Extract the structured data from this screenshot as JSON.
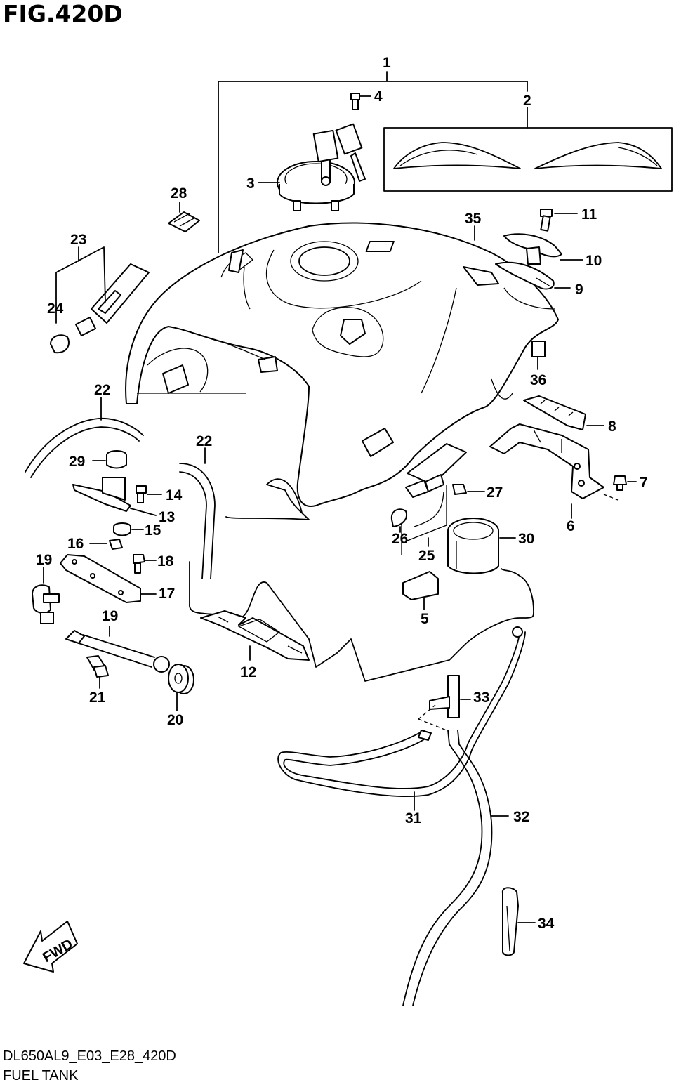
{
  "figure": {
    "title": "FIG.420D"
  },
  "callouts": {
    "p1": "1",
    "p2": "2",
    "p3": "3",
    "p4": "4",
    "p5": "5",
    "p6": "6",
    "p7": "7",
    "p8": "8",
    "p9": "9",
    "p10": "10",
    "p11": "11",
    "p12": "12",
    "p13": "13",
    "p14": "14",
    "p15": "15",
    "p16": "16",
    "p17": "17",
    "p18": "18",
    "p19a": "19",
    "p19b": "19",
    "p20": "20",
    "p21": "21",
    "p22a": "22",
    "p22b": "22",
    "p23": "23",
    "p24": "24",
    "p25": "25",
    "p26": "26",
    "p27": "27",
    "p28": "28",
    "p29": "29",
    "p30": "30",
    "p31": "31",
    "p32": "32",
    "p33": "33",
    "p34": "34",
    "p35": "35",
    "p36": "36"
  },
  "fwd_label": "FWD",
  "footer": {
    "code": "DL650AL9_E03_E28_420D",
    "name": "FUEL TANK"
  }
}
